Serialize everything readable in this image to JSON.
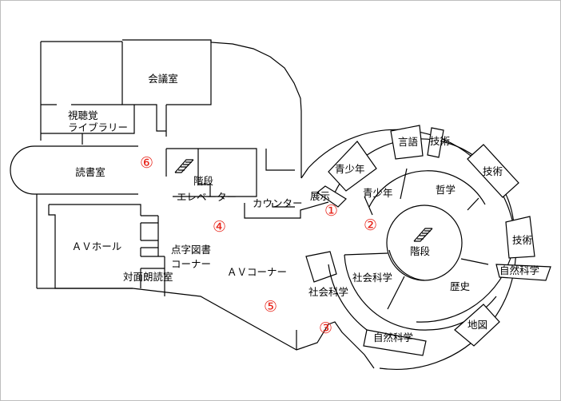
{
  "labels": {
    "kaigishitsu": "会議室",
    "shichokaku_1": "視聴覚",
    "shichokaku_2": "ライブラリー",
    "dokushoshitsu": "読書室",
    "kaidan_left": "階段",
    "elevator": "エレベーター",
    "counter": "カウンター",
    "tenji": "展示",
    "av_hall": "ＡＶホール",
    "tenji_tosho_1": "点字図書",
    "tenji_tosho_2": "コーナー",
    "taimen_rodokushitsu": "対面朗読室",
    "av_corner": "ＡＶコーナー",
    "shakai_kagaku_outer": "社会科学",
    "seishonen_outer": "青少年",
    "gengo": "言語",
    "gijutsu_top": "技術",
    "gijutsu_upper_right": "技術",
    "seishonen_inner": "青少年",
    "tetsugaku": "哲学",
    "kaidan_center": "階段",
    "shakai_kagaku_inner": "社会科学",
    "rekishi": "歴史",
    "gijutsu_right": "技術",
    "shizen_kagaku_right": "自然科学",
    "chizu": "地図",
    "shizen_kagaku_bottom": "自然科学"
  },
  "markers": {
    "m1": "①",
    "m2": "②",
    "m3": "③",
    "m4": "④",
    "m5": "⑤",
    "m6": "⑥"
  },
  "colors": {
    "marker": "#e8241a",
    "line": "#000000",
    "frame": "#bdbdbd"
  }
}
